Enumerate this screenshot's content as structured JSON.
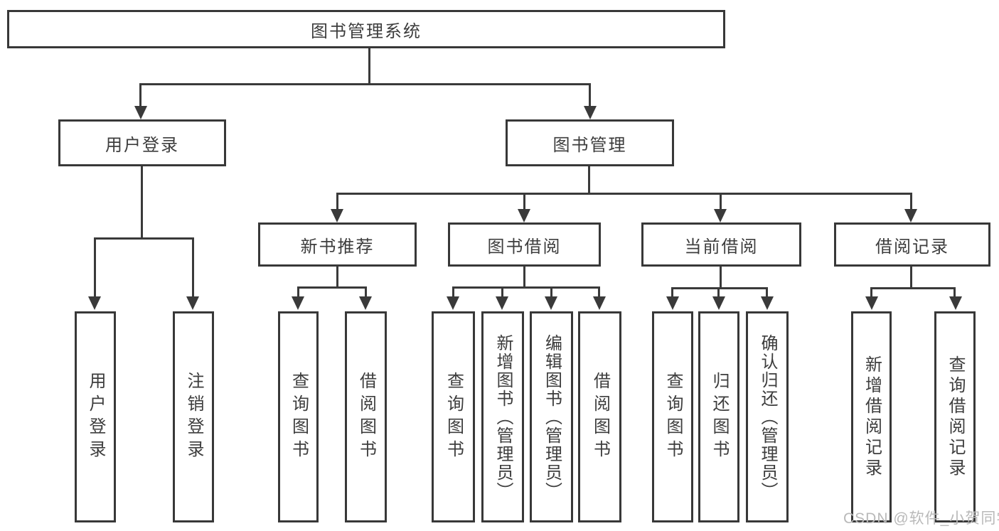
{
  "diagram": {
    "type": "tree",
    "root": {
      "label": "图书管理系统"
    },
    "level2": [
      {
        "label": "用户登录"
      },
      {
        "label": "图书管理"
      }
    ],
    "level3": [
      {
        "label": "新书推荐",
        "parent": "图书管理"
      },
      {
        "label": "图书借阅",
        "parent": "图书管理"
      },
      {
        "label": "当前借阅",
        "parent": "图书管理"
      },
      {
        "label": "借阅记录",
        "parent": "图书管理"
      }
    ],
    "leaves": [
      {
        "label": "用户登录",
        "parent": "用户登录"
      },
      {
        "label": "注销登录",
        "parent": "用户登录"
      },
      {
        "label": "查询图书",
        "parent": "新书推荐"
      },
      {
        "label": "借阅图书",
        "parent": "新书推荐"
      },
      {
        "label": "查询图书",
        "parent": "图书借阅"
      },
      {
        "label": "新增图书（管理员）",
        "parent": "图书借阅"
      },
      {
        "label": "编辑图书（管理员）",
        "parent": "图书借阅"
      },
      {
        "label": "借阅图书",
        "parent": "图书借阅"
      },
      {
        "label": "查询图书",
        "parent": "当前借阅"
      },
      {
        "label": "归还图书",
        "parent": "当前借阅"
      },
      {
        "label": "确认归还（管理员）",
        "parent": "当前借阅"
      },
      {
        "label": "新增借阅记录",
        "parent": "借阅记录"
      },
      {
        "label": "查询借阅记录",
        "parent": "借阅记录"
      }
    ],
    "colors": {
      "line": "#3a3a3a",
      "border": "#383838",
      "text": "#3d3d3d",
      "fill": "#ffffff"
    }
  },
  "watermark": {
    "text": "CSDN @软件_小贺同学",
    "color": "#b9b9b9"
  }
}
